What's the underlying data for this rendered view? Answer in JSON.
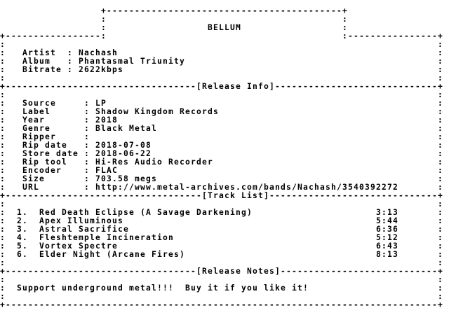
{
  "header": {
    "title": "BELLUM"
  },
  "summary": [
    {
      "label": "Artist",
      "value": "Nachash"
    },
    {
      "label": "Album",
      "value": "Phantasmal Triunity"
    },
    {
      "label": "Bitrate",
      "value": "2622kbps"
    }
  ],
  "release_info": {
    "heading": "[Release Info]",
    "fields": [
      {
        "label": "Source",
        "value": "LP"
      },
      {
        "label": "Label",
        "value": "Shadow Kingdom Records"
      },
      {
        "label": "Year",
        "value": "2018"
      },
      {
        "label": "Genre",
        "value": "Black Metal"
      },
      {
        "label": "Ripper",
        "value": ""
      },
      {
        "label": "Rip date",
        "value": "2018-07-08"
      },
      {
        "label": "Store date",
        "value": "2018-06-22"
      },
      {
        "label": "Rip tool",
        "value": "Hi-Res Audio Recorder"
      },
      {
        "label": "Encoder",
        "value": "FLAC"
      },
      {
        "label": "Size",
        "value": "703.58 megs"
      },
      {
        "label": "URL",
        "value": "http://www.metal-archives.com/bands/Nachash/3540392272"
      }
    ]
  },
  "track_list": {
    "heading": "[Track List]",
    "tracks": [
      {
        "number": "1.",
        "title": "Red Death Eclipse (A Savage Darkening)",
        "duration": "3:13"
      },
      {
        "number": "2.",
        "title": "Apex Illuminous",
        "duration": "5:44"
      },
      {
        "number": "3.",
        "title": "Astral Sacrifice",
        "duration": "6:36"
      },
      {
        "number": "4.",
        "title": "Fleshtemple Incineration",
        "duration": "5:12"
      },
      {
        "number": "5.",
        "title": "Vortex Spectre",
        "duration": "6:43"
      },
      {
        "number": "6.",
        "title": "Elder Night (Arcane Fires)",
        "duration": "8:13"
      }
    ]
  },
  "release_notes": {
    "heading": "[Release Notes]",
    "text": "Support underground metal!!!  Buy it if you like it!"
  }
}
